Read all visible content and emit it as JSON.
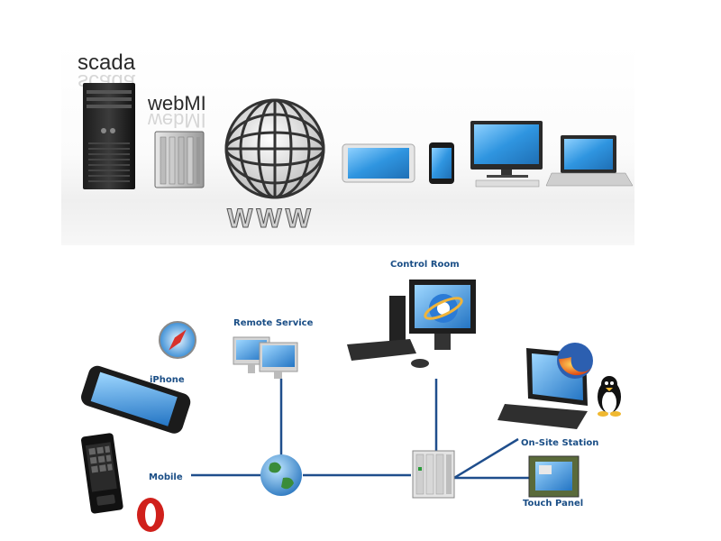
{
  "banner": {
    "scada": "scada",
    "webmi": "webMI",
    "www": "WWW"
  },
  "nodes": {
    "iphone": "iPhone",
    "remote_service": "Remote Service",
    "control_room": "Control Room",
    "mobile": "Mobile",
    "on_site_station": "On-Site Station",
    "touch_panel": "Touch Panel"
  },
  "colors": {
    "connection_line": "#1f4e8c",
    "label": "#1a4e86",
    "screen_blue": "#3a9be0"
  }
}
